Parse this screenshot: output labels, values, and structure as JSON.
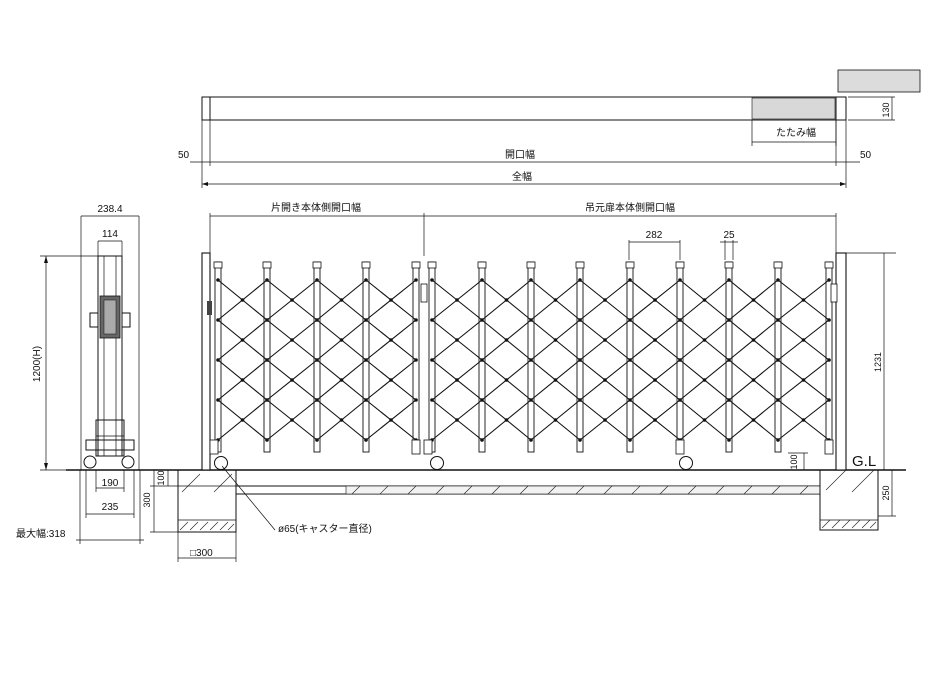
{
  "top_view": {
    "dim_left": "50",
    "dim_right": "50",
    "opening_width": "開口幅",
    "total_width": "全幅",
    "folded_width": "たたみ幅",
    "height_dim": "130"
  },
  "side_view": {
    "top_width": "238.4",
    "inner_width": "114",
    "height": "1200(H)",
    "base_inner": "190",
    "base_outer": "235",
    "max_width": "最大幅:318",
    "ground_depth": "300",
    "ground_100": "100"
  },
  "front_view": {
    "single_side_label": "片開き本体側開口幅",
    "hanging_side_label": "吊元扉本体側開口幅",
    "pitch": "282",
    "bar_width": "25",
    "post_height": "1231",
    "ground_100": "100",
    "gl_label": "G.L",
    "foundation_250": "250",
    "caster_label": "ø65(キャスター直径)",
    "footing_label": "□300"
  }
}
